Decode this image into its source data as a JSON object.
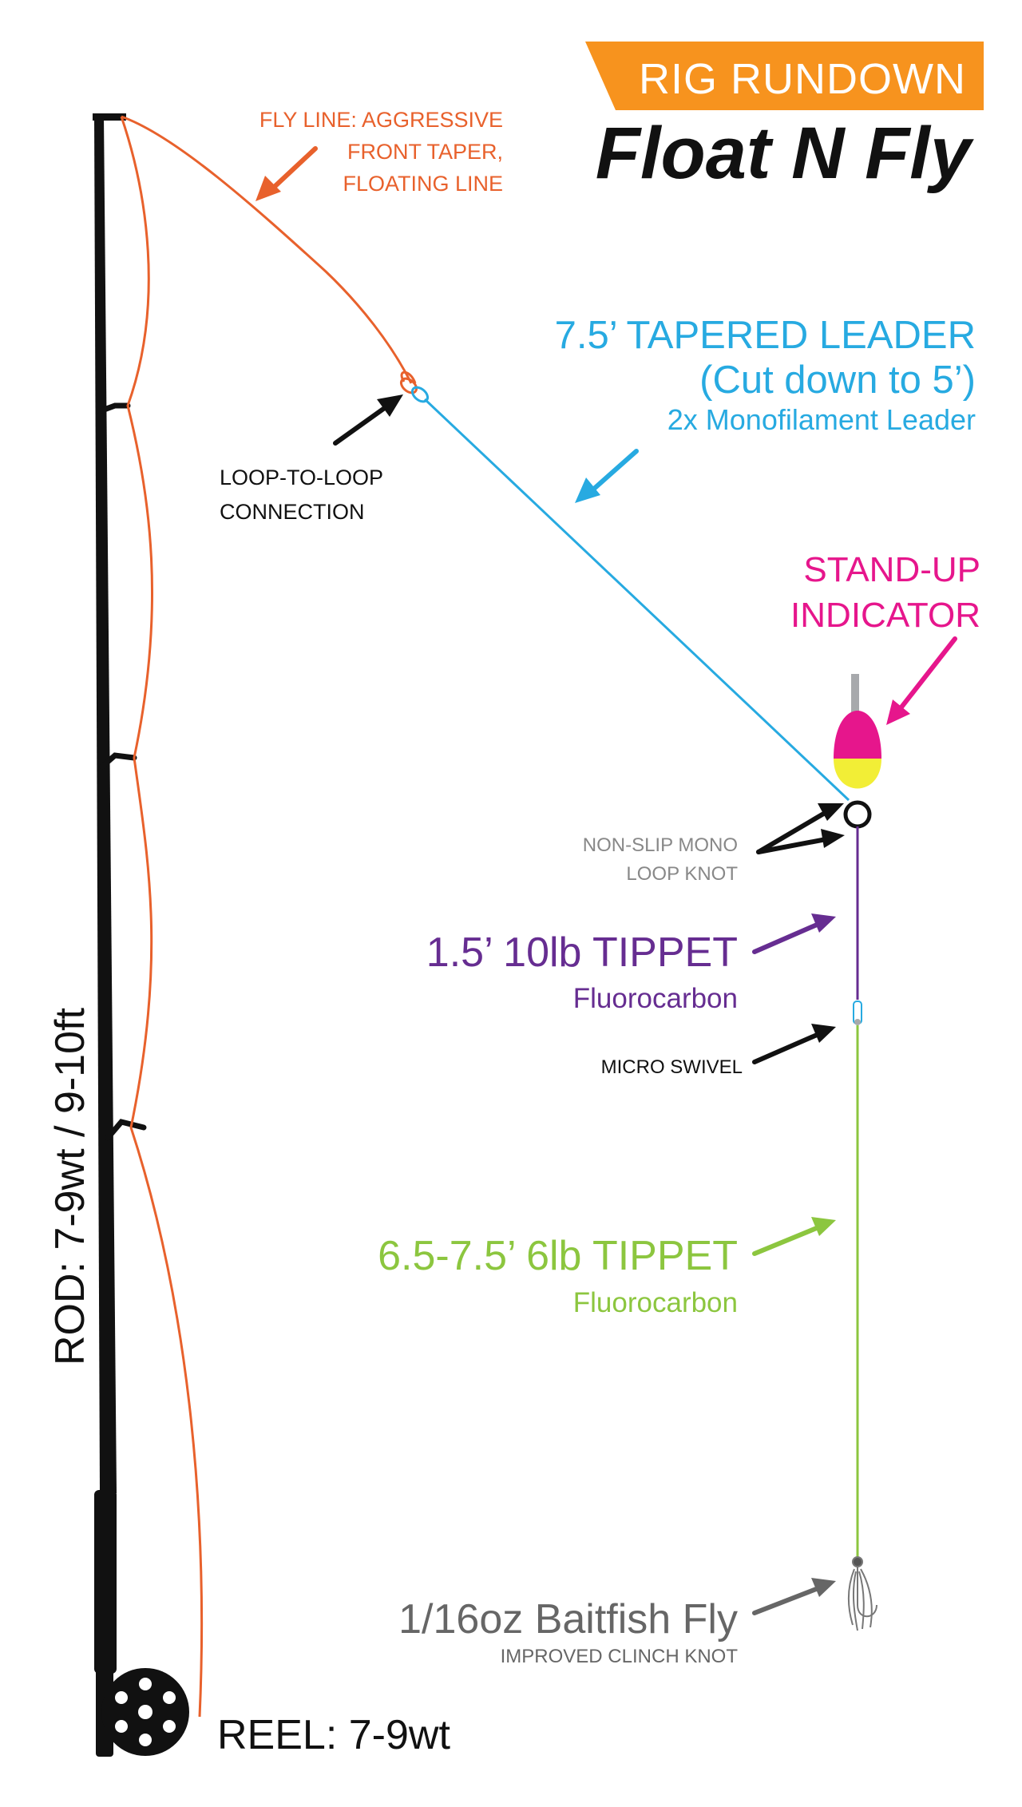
{
  "title": {
    "banner": "RIG RUNDOWN",
    "main": "Float N Fly"
  },
  "labels": {
    "fly_line": [
      "FLY LINE: AGGRESSIVE",
      "FRONT TAPER,",
      "FLOATING LINE"
    ],
    "leader": [
      "7.5’ TAPERED LEADER",
      "(Cut down to 5’)",
      "2x Monofilament Leader"
    ],
    "loop_to_loop": [
      "LOOP-TO-LOOP",
      "CONNECTION"
    ],
    "indicator": [
      "STAND-UP",
      "INDICATOR"
    ],
    "loop_knot": [
      "NON-SLIP MONO",
      "LOOP KNOT"
    ],
    "tippet_10lb": [
      "1.5’ 10lb TIPPET",
      "Fluorocarbon"
    ],
    "swivel": "MICRO SWIVEL",
    "tippet_6lb": [
      "6.5-7.5’ 6lb TIPPET",
      "Fluorocarbon"
    ],
    "fly": [
      "1/16oz Baitfish Fly",
      "IMPROVED CLINCH KNOT"
    ],
    "rod": "ROD: 7-9wt / 9-10ft",
    "reel": "REEL: 7-9wt"
  },
  "colors": {
    "banner": "#F7931E",
    "fly_line": "#E8612C",
    "leader": "#27AAE1",
    "indicator": "#E6168C",
    "indicator_bottom": "#F2EE36",
    "tippet_10lb": "#662D91",
    "tippet_6lb": "#8CC63F",
    "knot_label": "#888888",
    "fly": "#666666",
    "rod": "#111111"
  }
}
